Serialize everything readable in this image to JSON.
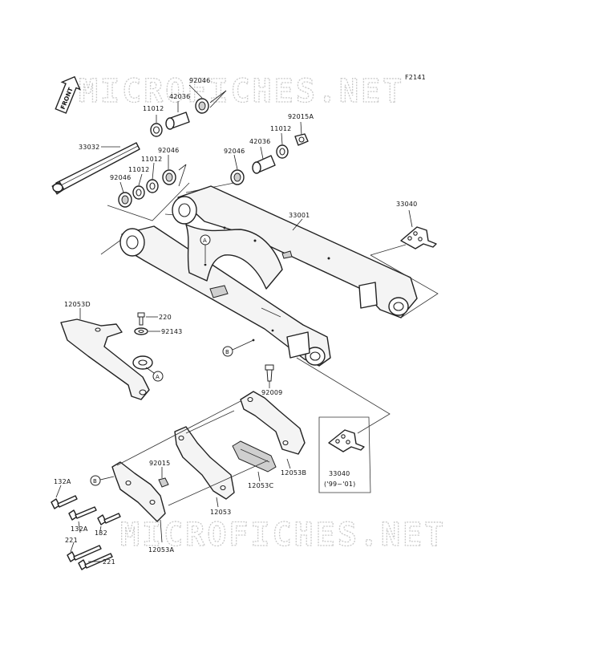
{
  "diagram": {
    "code": "F2141",
    "front_label": "FRONT",
    "watermark": "MICROFICHES.NET",
    "ref_a": "A",
    "ref_b": "B",
    "labels": {
      "p92046_top": "92046",
      "p42036_top": "42036",
      "p11012_top": "11012",
      "p33032": "33032",
      "p92046_mid": "92046",
      "p11012_mid": "11012",
      "p11012_mid2": "11012",
      "p92046_left": "92046",
      "p92015A": "92015A",
      "p11012_right": "11012",
      "p42036_right": "42036",
      "p92046_right": "92046",
      "p33040_top": "33040",
      "p33001": "33001",
      "p12053D": "12053D",
      "p220": "220",
      "p92143": "92143",
      "p92009": "92009",
      "p92015": "92015",
      "p12053B": "12053B",
      "p12053C": "12053C",
      "p33040_bottom": "33040",
      "p33040_note": "('99~'01)",
      "p132A_top": "132A",
      "p132A_bottom": "132A",
      "p132": "132",
      "p12053": "12053",
      "p221_top": "221",
      "p221_bottom": "221",
      "p12053A": "12053A"
    }
  }
}
